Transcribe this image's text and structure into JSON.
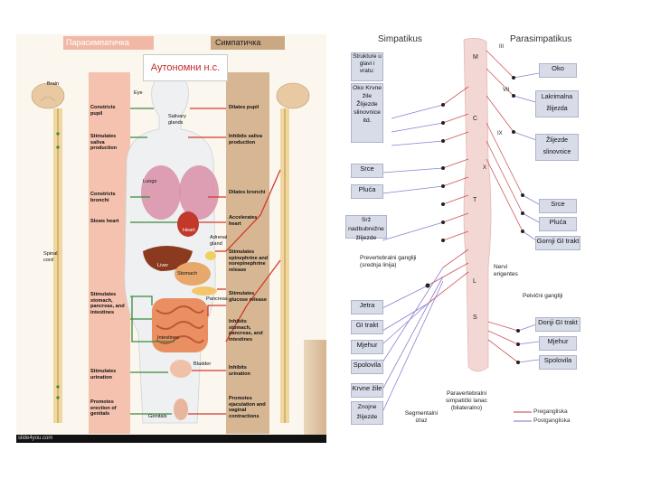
{
  "left": {
    "header_para": "Парасимпатичка",
    "header_simp": "Симпатичка",
    "title": "Аутономни н.с.",
    "left_labels": [
      "Constricts pupil",
      "Stimulates saliva production",
      "Constricts bronchi",
      "Slows heart",
      "Stimulates stomach, pancreas, and intestines",
      "Stimulates urination",
      "Promotes erection of genitals"
    ],
    "right_labels": [
      "Dilates pupil",
      "Inhibits saliva production",
      "Dilates bronchi",
      "Accelerates heart",
      "Stimulates epinephrine and norepinephrine release",
      "Stimulates glucose release",
      "Inhibits stomach, pancreas, and intestines",
      "Inhibits urination",
      "Promotes ejaculation and vaginal contractions"
    ],
    "organ_labels": [
      "Eye",
      "Salivary glands",
      "Lungs",
      "Heart",
      "Adrenal gland",
      "Liver",
      "Stomach",
      "Pancreas",
      "Intestines",
      "Bladder",
      "Genitals",
      "Brain",
      "Spinal cord"
    ],
    "watermark": "slide4you.com",
    "colors": {
      "para": "#3a8a3a",
      "simp": "#d23a2a",
      "para_band": "#f4b9a3",
      "simp_band": "#c9a883"
    }
  },
  "right": {
    "title_simp": "Simpatikus",
    "title_para": "Parasimpatikus",
    "left_boxes": [
      "Strukture u glavi i vratu:",
      "Oko Krvne žile Žlijezde slinovnice itd.",
      "Srce",
      "Pluća",
      "Srž nadbubrežne žlijezde",
      "Jetra",
      "GI trakt",
      "Mjehur",
      "Spolovila",
      "Krvne žile",
      "Znojne žlijezde"
    ],
    "right_boxes": [
      "Oko",
      "Lakrimalna žlijezda",
      "Žlijezde slinovnice",
      "Srce",
      "Pluća",
      "Gornji GI trakt",
      "Donji GI trakt",
      "Mjehur",
      "Spolovila"
    ],
    "cord_labels": [
      "M",
      "C",
      "T",
      "L",
      "S"
    ],
    "nerve_labels": [
      "III",
      "VII",
      "IX",
      "X"
    ],
    "annot": [
      "Prevertebralni gangliji (srednja linija)",
      "Nervi erigentes",
      "Pelvični gangliji",
      "Paravertebralni simpatički lanac (bilateralno)",
      "Segmentalni izlaz"
    ],
    "legend": [
      "Pregangliska",
      "Postgangliska"
    ],
    "colors": {
      "pre": "#c23a3a",
      "post": "#7a6ac9",
      "box": "#d8dce8"
    }
  }
}
